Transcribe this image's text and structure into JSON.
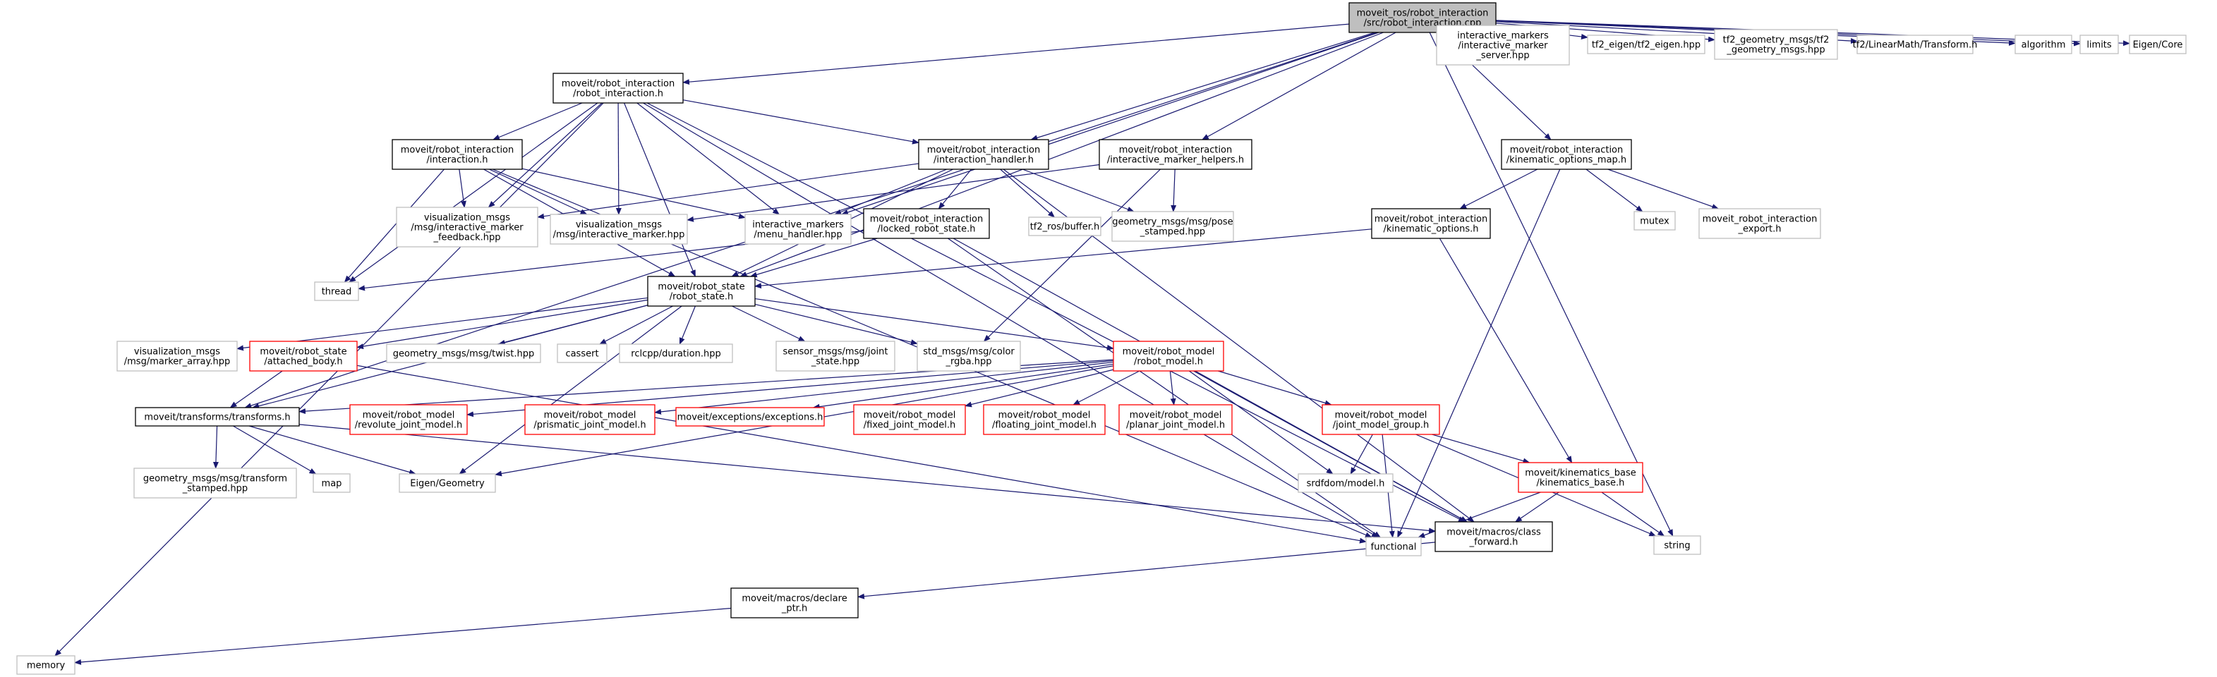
{
  "colors": {
    "edge": "#191970",
    "border_default": "#000000",
    "border_missing": "#bfbfbf",
    "border_truncated": "#ff0000",
    "fill_root": "#bfbfbf",
    "fill_default": "#ffffff",
    "text": "#000000"
  },
  "nodes": [
    {
      "id": "root",
      "lines": [
        "moveit_ros/robot_interaction",
        "/src/robot_interaction.cpp"
      ],
      "style": "root"
    },
    {
      "id": "ri_h",
      "lines": [
        "moveit/robot_interaction",
        "/robot_interaction.h"
      ],
      "style": "default"
    },
    {
      "id": "interaction_h",
      "lines": [
        "moveit/robot_interaction",
        "/interaction.h"
      ],
      "style": "default"
    },
    {
      "id": "ihandler_h",
      "lines": [
        "moveit/robot_interaction",
        "/interaction_handler.h"
      ],
      "style": "default"
    },
    {
      "id": "imhelpers_h",
      "lines": [
        "moveit/robot_interaction",
        "/interactive_marker_helpers.h"
      ],
      "style": "default"
    },
    {
      "id": "kom_h",
      "lines": [
        "moveit/robot_interaction",
        "/kinematic_options_map.h"
      ],
      "style": "default"
    },
    {
      "id": "ko_h",
      "lines": [
        "moveit/robot_interaction",
        "/kinematic_options.h"
      ],
      "style": "default"
    },
    {
      "id": "lrs_h",
      "lines": [
        "moveit/robot_interaction",
        "/locked_robot_state.h"
      ],
      "style": "default"
    },
    {
      "id": "rs_h",
      "lines": [
        "moveit/robot_state",
        "/robot_state.h"
      ],
      "style": "default"
    },
    {
      "id": "tr_h",
      "lines": [
        "moveit/transforms/transforms.h"
      ],
      "style": "default"
    },
    {
      "id": "decl_ptr",
      "lines": [
        "moveit/macros/declare",
        "_ptr.h"
      ],
      "style": "default"
    },
    {
      "id": "class_fwd",
      "lines": [
        "moveit/macros/class",
        "_forward.h"
      ],
      "style": "default"
    },
    {
      "id": "ab_h",
      "lines": [
        "moveit/robot_state",
        "/attached_body.h"
      ],
      "style": "truncated"
    },
    {
      "id": "rm_h",
      "lines": [
        "moveit/robot_model",
        "/robot_model.h"
      ],
      "style": "truncated"
    },
    {
      "id": "rjm_h",
      "lines": [
        "moveit/robot_model",
        "/revolute_joint_model.h"
      ],
      "style": "truncated"
    },
    {
      "id": "pjm_h",
      "lines": [
        "moveit/robot_model",
        "/prismatic_joint_model.h"
      ],
      "style": "truncated"
    },
    {
      "id": "exc_h",
      "lines": [
        "moveit/exceptions/exceptions.h"
      ],
      "style": "truncated"
    },
    {
      "id": "fjm_h",
      "lines": [
        "moveit/robot_model",
        "/fixed_joint_model.h"
      ],
      "style": "truncated"
    },
    {
      "id": "fljm_h",
      "lines": [
        "moveit/robot_model",
        "/floating_joint_model.h"
      ],
      "style": "truncated"
    },
    {
      "id": "pljm_h",
      "lines": [
        "moveit/robot_model",
        "/planar_joint_model.h"
      ],
      "style": "truncated"
    },
    {
      "id": "jmg_h",
      "lines": [
        "moveit/robot_model",
        "/joint_model_group.h"
      ],
      "style": "truncated"
    },
    {
      "id": "kb_h",
      "lines": [
        "moveit/kinematics_base",
        "/kinematics_base.h"
      ],
      "style": "truncated"
    },
    {
      "id": "ims_hpp",
      "lines": [
        "interactive_markers",
        "/interactive_marker",
        "_server.hpp"
      ],
      "style": "missing"
    },
    {
      "id": "tf2eigen",
      "lines": [
        "tf2_eigen/tf2_eigen.hpp"
      ],
      "style": "missing"
    },
    {
      "id": "tf2gm",
      "lines": [
        "tf2_geometry_msgs/tf2",
        "_geometry_msgs.hpp"
      ],
      "style": "missing"
    },
    {
      "id": "tf2lm",
      "lines": [
        "tf2/LinearMath/Transform.h"
      ],
      "style": "missing"
    },
    {
      "id": "algorithm",
      "lines": [
        "algorithm"
      ],
      "style": "missing"
    },
    {
      "id": "limits",
      "lines": [
        "limits"
      ],
      "style": "missing"
    },
    {
      "id": "eigencore",
      "lines": [
        "Eigen/Core"
      ],
      "style": "missing"
    },
    {
      "id": "vis_imf",
      "lines": [
        "visualization_msgs",
        "/msg/interactive_marker",
        "_feedback.hpp"
      ],
      "style": "missing"
    },
    {
      "id": "vis_im",
      "lines": [
        "visualization_msgs",
        "/msg/interactive_marker.hpp"
      ],
      "style": "missing"
    },
    {
      "id": "im_menu",
      "lines": [
        "interactive_markers",
        "/menu_handler.hpp"
      ],
      "style": "missing"
    },
    {
      "id": "tf2ros",
      "lines": [
        "tf2_ros/buffer.h"
      ],
      "style": "missing"
    },
    {
      "id": "gm_ps",
      "lines": [
        "geometry_msgs/msg/pose",
        "_stamped.hpp"
      ],
      "style": "missing"
    },
    {
      "id": "mutex",
      "lines": [
        "mutex"
      ],
      "style": "missing"
    },
    {
      "id": "mri_export",
      "lines": [
        "moveit_robot_interaction",
        "_export.h"
      ],
      "style": "missing"
    },
    {
      "id": "thread",
      "lines": [
        "thread"
      ],
      "style": "missing"
    },
    {
      "id": "vis_ma",
      "lines": [
        "visualization_msgs",
        "/msg/marker_array.hpp"
      ],
      "style": "missing"
    },
    {
      "id": "gm_twist",
      "lines": [
        "geometry_msgs/msg/twist.hpp"
      ],
      "style": "missing"
    },
    {
      "id": "cassert",
      "lines": [
        "cassert"
      ],
      "style": "missing"
    },
    {
      "id": "rcl_dur",
      "lines": [
        "rclcpp/duration.hpp"
      ],
      "style": "missing"
    },
    {
      "id": "sm_js",
      "lines": [
        "sensor_msgs/msg/joint",
        "_state.hpp"
      ],
      "style": "missing"
    },
    {
      "id": "std_color",
      "lines": [
        "std_msgs/msg/color",
        "_rgba.hpp"
      ],
      "style": "missing"
    },
    {
      "id": "gm_ts",
      "lines": [
        "geometry_msgs/msg/transform",
        "_stamped.hpp"
      ],
      "style": "missing"
    },
    {
      "id": "map",
      "lines": [
        "map"
      ],
      "style": "missing"
    },
    {
      "id": "eigengeo",
      "lines": [
        "Eigen/Geometry"
      ],
      "style": "missing"
    },
    {
      "id": "srdf",
      "lines": [
        "srdfdom/model.h"
      ],
      "style": "missing"
    },
    {
      "id": "functional",
      "lines": [
        "functional"
      ],
      "style": "missing"
    },
    {
      "id": "string",
      "lines": [
        "string"
      ],
      "style": "missing"
    },
    {
      "id": "memory",
      "lines": [
        "memory"
      ],
      "style": "missing"
    }
  ],
  "edges": [
    [
      "root",
      "ri_h"
    ],
    [
      "root",
      "ihandler_h"
    ],
    [
      "root",
      "imhelpers_h"
    ],
    [
      "root",
      "kom_h"
    ],
    [
      "root",
      "ims_hpp"
    ],
    [
      "root",
      "tf2eigen"
    ],
    [
      "root",
      "tf2gm"
    ],
    [
      "root",
      "tf2lm"
    ],
    [
      "root",
      "algorithm"
    ],
    [
      "root",
      "limits"
    ],
    [
      "root",
      "eigencore"
    ],
    [
      "root",
      "im_menu"
    ],
    [
      "root",
      "string"
    ],
    [
      "root",
      "rs_h"
    ],
    [
      "root",
      "tr_h"
    ],
    [
      "ri_h",
      "interaction_h"
    ],
    [
      "ri_h",
      "ihandler_h"
    ],
    [
      "ri_h",
      "vis_imf"
    ],
    [
      "ri_h",
      "vis_im"
    ],
    [
      "ri_h",
      "im_menu"
    ],
    [
      "ri_h",
      "thread"
    ],
    [
      "ri_h",
      "rs_h"
    ],
    [
      "ri_h",
      "memory"
    ],
    [
      "ri_h",
      "functional"
    ],
    [
      "ri_h",
      "class_fwd"
    ],
    [
      "interaction_h",
      "vis_imf"
    ],
    [
      "interaction_h",
      "vis_im"
    ],
    [
      "interaction_h",
      "im_menu"
    ],
    [
      "interaction_h",
      "thread"
    ],
    [
      "interaction_h",
      "rs_h"
    ],
    [
      "interaction_h",
      "functional"
    ],
    [
      "ihandler_h",
      "vis_imf"
    ],
    [
      "ihandler_h",
      "im_menu"
    ],
    [
      "ihandler_h",
      "lrs_h"
    ],
    [
      "ihandler_h",
      "tf2ros"
    ],
    [
      "ihandler_h",
      "gm_ps"
    ],
    [
      "ihandler_h",
      "rs_h"
    ],
    [
      "ihandler_h",
      "class_fwd"
    ],
    [
      "imhelpers_h",
      "vis_im"
    ],
    [
      "imhelpers_h",
      "gm_ps"
    ],
    [
      "imhelpers_h",
      "std_color"
    ],
    [
      "kom_h",
      "ko_h"
    ],
    [
      "kom_h",
      "mutex"
    ],
    [
      "kom_h",
      "mri_export"
    ],
    [
      "kom_h",
      "functional"
    ],
    [
      "ko_h",
      "rs_h"
    ],
    [
      "ko_h",
      "kb_h"
    ],
    [
      "lrs_h",
      "rs_h"
    ],
    [
      "lrs_h",
      "thread"
    ],
    [
      "lrs_h",
      "functional"
    ],
    [
      "lrs_h",
      "class_fwd"
    ],
    [
      "rs_h",
      "vis_ma"
    ],
    [
      "rs_h",
      "ab_h"
    ],
    [
      "rs_h",
      "gm_twist"
    ],
    [
      "rs_h",
      "cassert"
    ],
    [
      "rs_h",
      "rcl_dur"
    ],
    [
      "rs_h",
      "sm_js"
    ],
    [
      "rs_h",
      "std_color"
    ],
    [
      "rs_h",
      "rm_h"
    ],
    [
      "rs_h",
      "tr_h"
    ],
    [
      "rs_h",
      "eigengeo"
    ],
    [
      "ab_h",
      "tr_h"
    ],
    [
      "ab_h",
      "functional"
    ],
    [
      "rm_h",
      "tr_h"
    ],
    [
      "rm_h",
      "rjm_h"
    ],
    [
      "rm_h",
      "pjm_h"
    ],
    [
      "rm_h",
      "exc_h"
    ],
    [
      "rm_h",
      "fjm_h"
    ],
    [
      "rm_h",
      "fljm_h"
    ],
    [
      "rm_h",
      "pljm_h"
    ],
    [
      "rm_h",
      "jmg_h"
    ],
    [
      "rm_h",
      "srdf"
    ],
    [
      "rm_h",
      "eigengeo"
    ],
    [
      "rm_h",
      "class_fwd"
    ],
    [
      "tr_h",
      "gm_ts"
    ],
    [
      "tr_h",
      "map"
    ],
    [
      "tr_h",
      "eigengeo"
    ],
    [
      "tr_h",
      "class_fwd"
    ],
    [
      "jmg_h",
      "kb_h"
    ],
    [
      "jmg_h",
      "srdf"
    ],
    [
      "jmg_h",
      "functional"
    ],
    [
      "jmg_h",
      "string"
    ],
    [
      "kb_h",
      "functional"
    ],
    [
      "kb_h",
      "class_fwd"
    ],
    [
      "kb_h",
      "string"
    ],
    [
      "class_fwd",
      "decl_ptr"
    ],
    [
      "decl_ptr",
      "memory"
    ]
  ]
}
